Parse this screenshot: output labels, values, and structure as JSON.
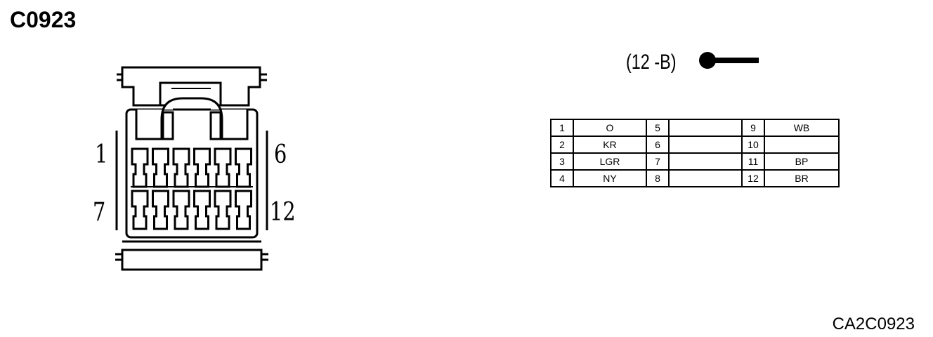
{
  "connector_id": "C0923",
  "connector_type": "(12 -B)",
  "drawing_code": "CA2C0923",
  "pin_labels": {
    "top_left": "1",
    "top_right": "6",
    "bottom_left": "7",
    "bottom_right": "12"
  },
  "pins": [
    [
      {
        "pin": "1",
        "color": "O"
      },
      {
        "pin": "5",
        "color": ""
      },
      {
        "pin": "9",
        "color": "WB"
      }
    ],
    [
      {
        "pin": "2",
        "color": "KR"
      },
      {
        "pin": "6",
        "color": ""
      },
      {
        "pin": "10",
        "color": ""
      }
    ],
    [
      {
        "pin": "3",
        "color": "LGR"
      },
      {
        "pin": "7",
        "color": ""
      },
      {
        "pin": "11",
        "color": "BP"
      }
    ],
    [
      {
        "pin": "4",
        "color": "NY"
      },
      {
        "pin": "8",
        "color": ""
      },
      {
        "pin": "12",
        "color": "BR"
      }
    ]
  ]
}
